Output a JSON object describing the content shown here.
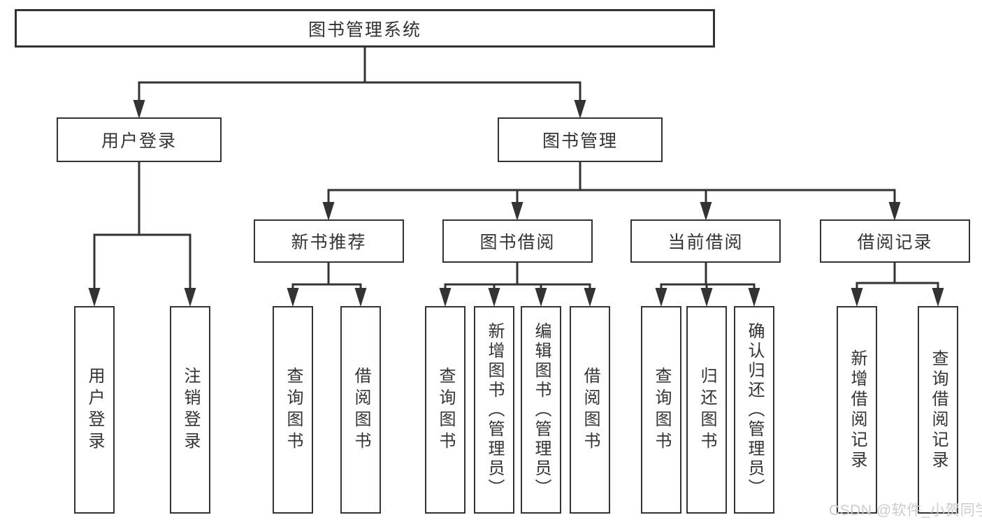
{
  "diagram": {
    "root": {
      "label": "图书管理系统"
    },
    "children": [
      {
        "label": "用户登录",
        "children": [
          {
            "label": "用户登录"
          },
          {
            "label": "注销登录"
          }
        ]
      },
      {
        "label": "图书管理",
        "children": [
          {
            "label": "新书推荐",
            "children": [
              {
                "label": "查询图书"
              },
              {
                "label": "借阅图书"
              }
            ]
          },
          {
            "label": "图书借阅",
            "children": [
              {
                "label": "查询图书"
              },
              {
                "label": "新增图书（管理员）"
              },
              {
                "label": "编辑图书（管理员）"
              },
              {
                "label": "借阅图书"
              }
            ]
          },
          {
            "label": "当前借阅",
            "children": [
              {
                "label": "查询图书"
              },
              {
                "label": "归还图书"
              },
              {
                "label": "确认归还（管理员）"
              }
            ]
          },
          {
            "label": "借阅记录",
            "children": [
              {
                "label": "新增借阅记录"
              },
              {
                "label": "查询借阅记录"
              }
            ]
          }
        ]
      }
    ]
  },
  "watermark": {
    "text": "CSDN @软件_小贺同学"
  },
  "colors": {
    "line": "#333333",
    "box_border": "#333333",
    "text": "#333333",
    "watermark": "#cbccce",
    "background": "#ffffff"
  }
}
